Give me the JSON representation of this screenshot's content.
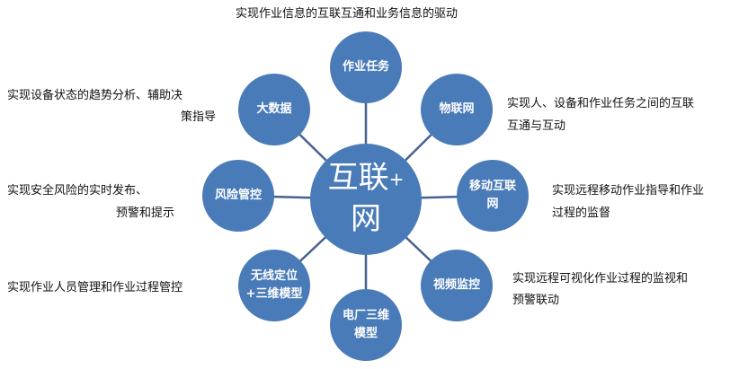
{
  "center": {
    "line1": "互联",
    "plus": "+",
    "line2": "网"
  },
  "nodes": [
    {
      "id": "task",
      "label": "作业任务"
    },
    {
      "id": "iot",
      "label": "物联网"
    },
    {
      "id": "mobile",
      "label": "移动互联网"
    },
    {
      "id": "video",
      "label": "视频监控"
    },
    {
      "id": "plant3d",
      "label": "电厂三维模型"
    },
    {
      "id": "wireless",
      "label": "无线定位+三维模型"
    },
    {
      "id": "risk",
      "label": "风险管控"
    },
    {
      "id": "bigdata",
      "label": "大数据"
    }
  ],
  "annotations": {
    "top": "实现作业信息的互联互通和业务信息的驱动",
    "bigdata_1": "实现设备状态的趋势分析、辅助决",
    "bigdata_2": "策指导",
    "iot_1": "实现人、设备和作业任务之间的互联",
    "iot_2": "互通与互动",
    "risk_1": "实现安全风险的实时发布、",
    "risk_2": "预警和提示",
    "mobile_1": "实现远程移动作业指导和作业",
    "mobile_2": "过程的监督",
    "wireless": "实现作业人员管理和作业过程管控",
    "video_1": "实现远程可视化作业过程的监视和",
    "video_2": "预警联动"
  },
  "colors": {
    "circle": "#4a7bb9",
    "line": "#46628f"
  }
}
